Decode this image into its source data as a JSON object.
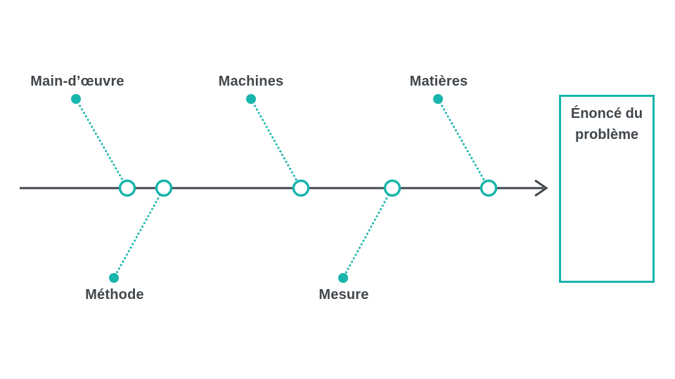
{
  "colors": {
    "teal": "#17b5ac",
    "dark": "#41474c",
    "background": "#ffffff"
  },
  "problem_box": {
    "label": "Énoncé du problème"
  },
  "branches": {
    "top": [
      {
        "label": "Main-d’œuvre"
      },
      {
        "label": "Machines"
      },
      {
        "label": "Matières"
      }
    ],
    "bottom": [
      {
        "label": "Méthode"
      },
      {
        "label": "Mesure"
      }
    ]
  }
}
